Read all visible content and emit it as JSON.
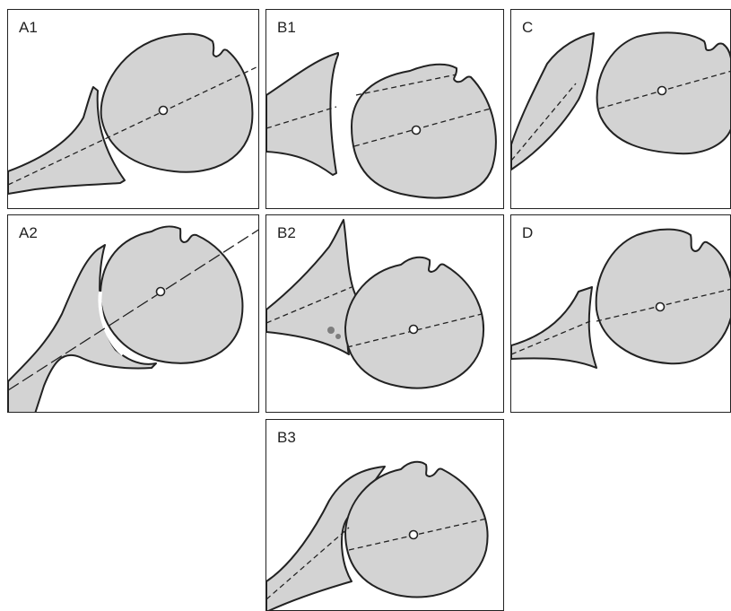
{
  "panels": {
    "a1": {
      "label": "A1"
    },
    "b1": {
      "label": "B1"
    },
    "c": {
      "label": "C"
    },
    "a2": {
      "label": "A2"
    },
    "b2": {
      "label": "B2"
    },
    "d": {
      "label": "D"
    },
    "b3": {
      "label": "B3"
    }
  },
  "colors": {
    "bone_fill": "#d3d3d3",
    "outline": "#222222",
    "background": "#ffffff"
  }
}
